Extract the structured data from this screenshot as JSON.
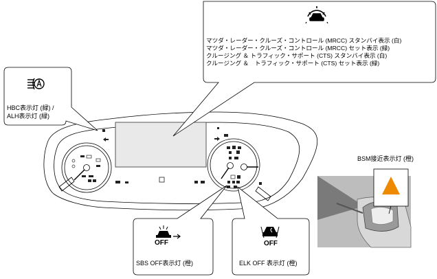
{
  "callouts": {
    "mrcc_cts": {
      "lines": [
        "マツダ・レーダー・クルーズ・コントロール (MRCC) スタンバイ表示 (白)",
        "マツダ・レーダー・クルーズ・コントロール (MRCC) セット表示 (緑)",
        "クルージング ＆ トラフィック・サポート (CTS) スタンバイ表示 (白)",
        "クルージング ＆　トラフィック・サポート (CTS) セット表示 (緑)"
      ]
    },
    "hbc_alh": {
      "lines": [
        "HBC表示灯 (緑) /",
        "ALH表示灯 (緑)"
      ]
    },
    "bsm": {
      "label": "BSM接近表示灯 (橙)",
      "color": "#ee8a00"
    },
    "sbs_off": {
      "icon_text": "OFF",
      "label": "SBS OFF表示灯 (橙)"
    },
    "elk_off": {
      "icon_text": "OFF",
      "label": "ELK OFF 表示灯 (橙)"
    }
  },
  "icons": [
    "cruise-gauge-car-icon",
    "auto-high-beam-icon",
    "sbs-off-icon",
    "elk-off-icon",
    "bsm-triangle-icon"
  ]
}
